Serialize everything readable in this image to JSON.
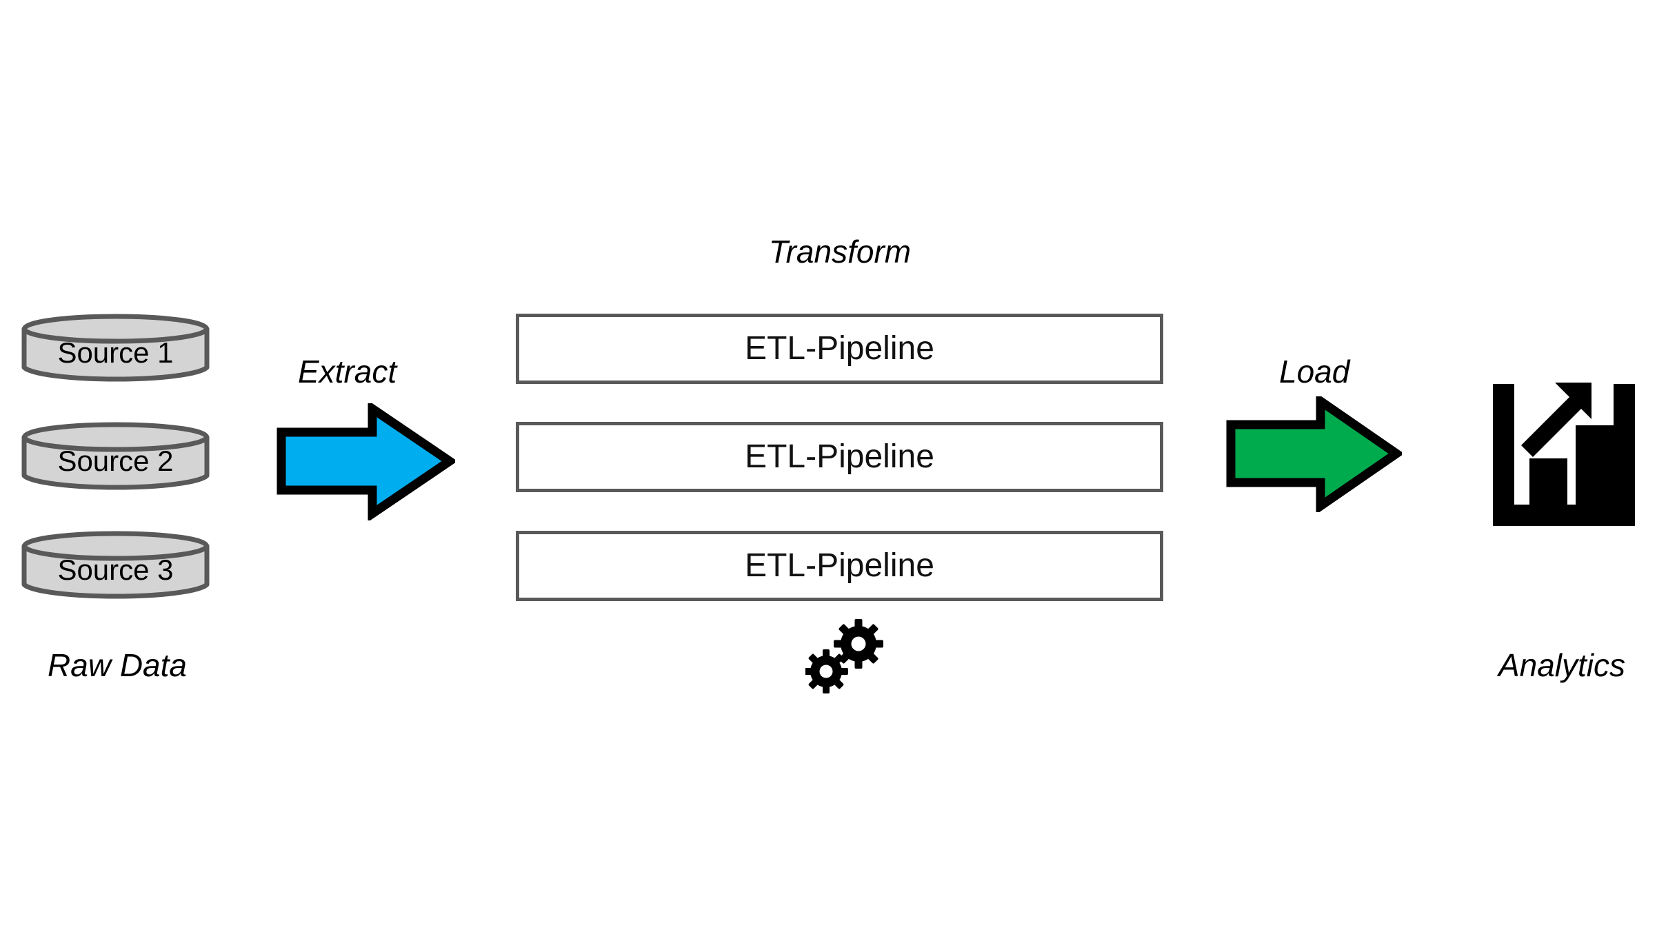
{
  "diagram": {
    "title_implicit": "ETL Pipeline Architecture",
    "background_color": "#FFFFFF"
  },
  "sources": {
    "caption": "Raw Data",
    "caption_style": "italic",
    "fill_color": "#D4D4D4",
    "stroke_color": "#595959",
    "items": [
      {
        "label": "Source 1",
        "icon": "database-cylinder-icon"
      },
      {
        "label": "Source 2",
        "icon": "database-cylinder-icon"
      },
      {
        "label": "Source 3",
        "icon": "database-cylinder-icon"
      }
    ]
  },
  "extract": {
    "label": "Extract",
    "label_style": "italic",
    "icon": "right-arrow-icon",
    "fill_color": "#00AEEF",
    "stroke_color": "#000000"
  },
  "transform": {
    "label": "Transform",
    "label_style": "italic",
    "gear_icon": "gears-icon",
    "gear_color": "#000000",
    "box_fill_color": "#FFFFFF",
    "box_stroke_color": "#595959",
    "pipelines": [
      {
        "label": "ETL-Pipeline"
      },
      {
        "label": "ETL-Pipeline"
      },
      {
        "label": "ETL-Pipeline"
      }
    ]
  },
  "load": {
    "label": "Load",
    "label_style": "italic",
    "icon": "right-arrow-icon",
    "fill_color": "#00AB4E",
    "stroke_color": "#000000"
  },
  "analytics": {
    "caption": "Analytics",
    "caption_style": "italic",
    "icon": "bar-chart-growth-icon",
    "icon_color": "#000000"
  }
}
